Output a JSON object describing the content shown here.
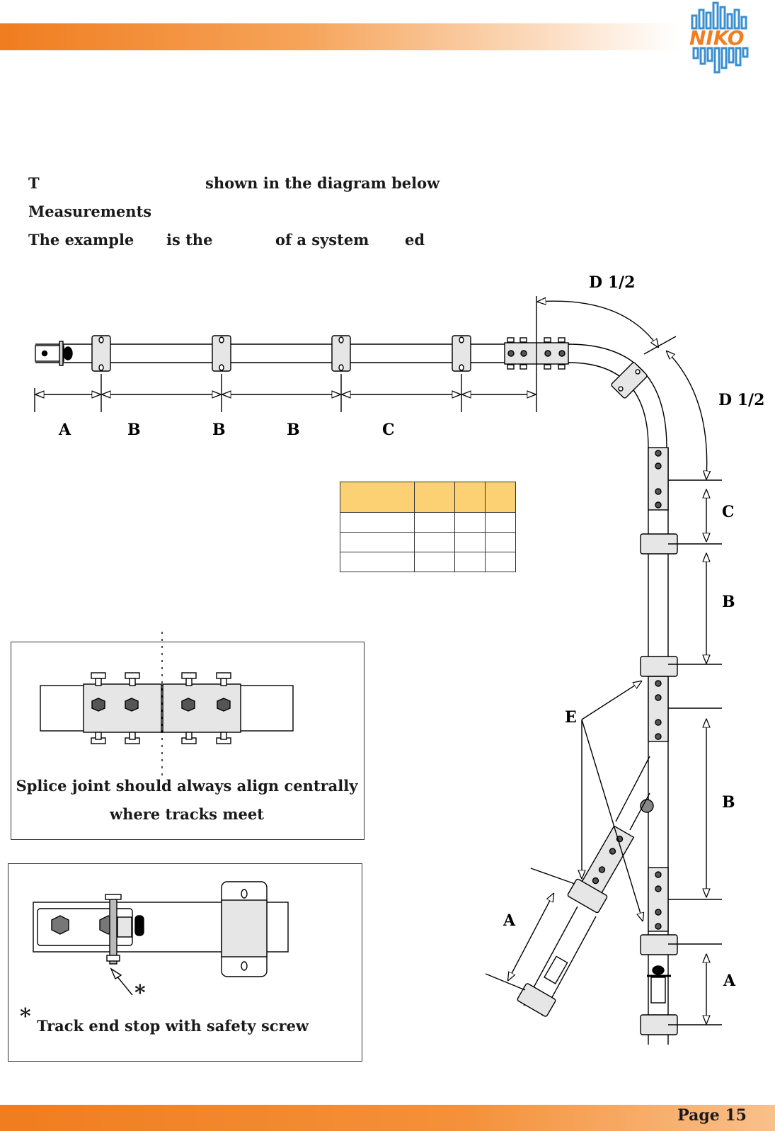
{
  "header": {
    "logo_text": "NIKO",
    "accent_color": "#f07d1f"
  },
  "intro": {
    "line1": {
      "part1": "T",
      "part2": "shown in the diagram below"
    },
    "line2": {
      "part1": "Measurements"
    },
    "line3": {
      "part1": "The example",
      "part2": "is the",
      "part3": "of a system",
      "part4": "ed"
    }
  },
  "diagram": {
    "labels": {
      "d_half_top": "D 1/2",
      "d_half_right": "D 1/2",
      "a": "A",
      "b": "B",
      "c": "C",
      "e": "E"
    }
  },
  "table": {
    "header_color": "#fbd173"
  },
  "splice_box": {
    "caption_line1": "Splice joint should always align centrally",
    "caption_line2": "where tracks meet"
  },
  "endstop_box": {
    "asterisk": "*",
    "caption": "Track end stop with safety screw"
  },
  "footer": {
    "page": "Page 15"
  }
}
